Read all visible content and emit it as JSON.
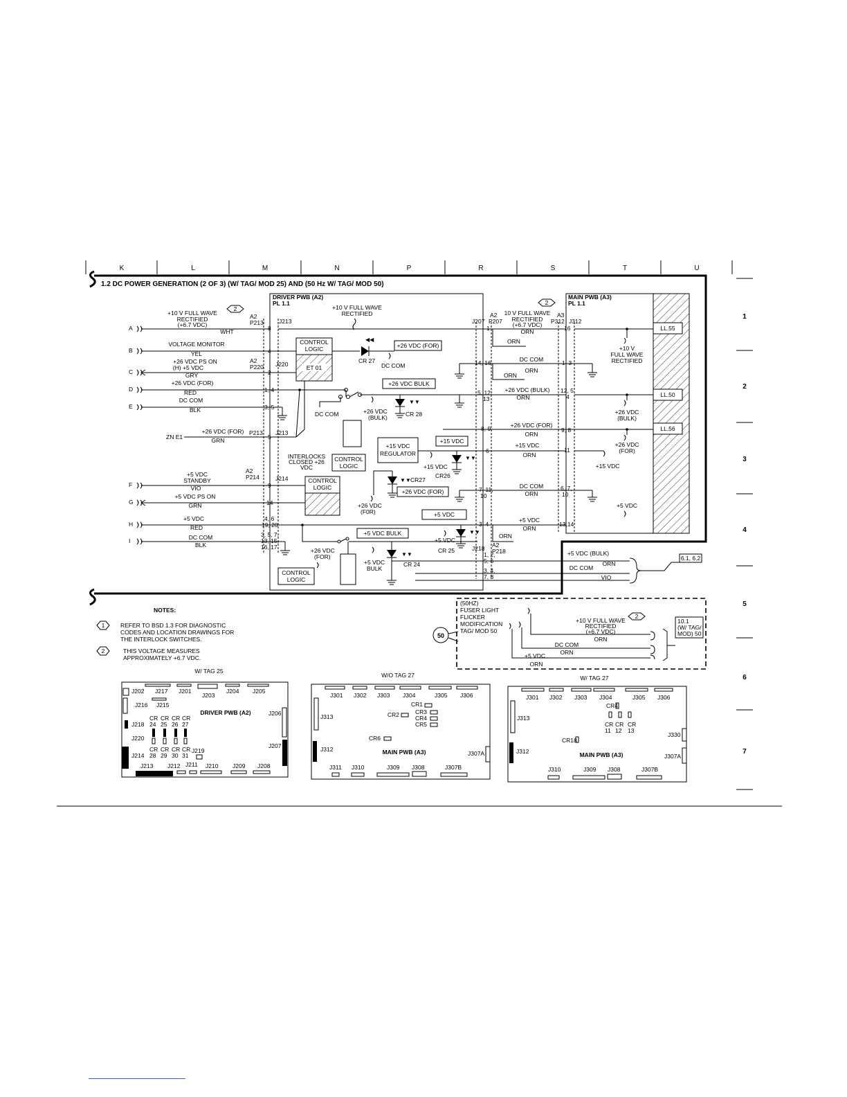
{
  "grid": {
    "columns": [
      "K",
      "L",
      "M",
      "N",
      "P",
      "R",
      "S",
      "T",
      "U"
    ],
    "rows": [
      "1",
      "2",
      "3",
      "4",
      "5",
      "6",
      "7"
    ]
  },
  "title": "1.2 DC POWER GENERATION (2 OF 3) (W/ TAG/ MOD 25) AND (50 Hz W/ TAG/ MOD 50)",
  "driver_pwb": {
    "title": "DRIVER PWB (A2)",
    "pl": "PL 1.1"
  },
  "main_pwb": {
    "title": "MAIN PWB (A3)",
    "pl": "PL 1.1"
  },
  "connectors": {
    "a2": "A2",
    "p213": "P213",
    "j213": "J213",
    "p220": "P220",
    "j220": "J220",
    "p214": "P214",
    "j214": "J214",
    "j207": "J207",
    "p207": "P207",
    "a3": "A3",
    "p312": "P312",
    "j312": "J312",
    "j218": "J218",
    "p218": "P218"
  },
  "inputs": [
    {
      "letter": "A",
      "signal": "+10 V FULL WAVE",
      "signal2": "RECTIFIED",
      "signal3": "(+6.7 VDC)",
      "wire": "WHT",
      "pin": "8"
    },
    {
      "letter": "B",
      "signal": "VOLTAGE MONITOR",
      "wire": "YEL",
      "pin": "4"
    },
    {
      "letter": "C",
      "signal": "+26 VDC PS ON",
      "signal2": "(H) +5 VDC",
      "wire": "GRY",
      "pin": "2"
    },
    {
      "letter": "D",
      "signal": "+26 VDC (FOR)",
      "wire": "RED",
      "pin": "1, 4"
    },
    {
      "letter": "E",
      "signal": "DC COM",
      "wire": "BLK",
      "pin": "3, 5"
    },
    {
      "letter": "ZN E1",
      "signal": "+26 VDC (FOR)",
      "wire": "GRN",
      "pin": "5"
    },
    {
      "letter": "F",
      "signal": "+5 VDC",
      "signal2": "STANDBY",
      "wire": "VIO",
      "pin": "9"
    },
    {
      "letter": "G",
      "signal": "+5 VDC PS ON",
      "wire": "GRN",
      "pin": "14"
    },
    {
      "letter": "H",
      "signal": "+5 VDC",
      "wire": "RED",
      "pin": "4, 6",
      "pin2": "19, 20"
    },
    {
      "letter": "I",
      "signal": "DC COM",
      "wire": "BLK",
      "pin": "3, 5, 7,",
      "pin2": "13, 15,",
      "pin3": "16, 17"
    }
  ],
  "driver_parts": {
    "ten_v_label1": "+10 V FULL WAVE",
    "ten_v_label2": "RECTIFIED",
    "control_logic1": "CONTROL",
    "control_logic2": "LOGIC",
    "et01": "ET 01",
    "cr27": "CR 27",
    "dc_com": "DC COM",
    "for26_box": "+26 VDC (FOR)",
    "bulk26_box": "+26 VDC BULK",
    "cr28": "CR 28",
    "bulk_paren": "(BULK)",
    "plus26": "+26 VDC",
    "interlocks1": "INTERLOCKS",
    "interlocks2": "CLOSED +26",
    "interlocks3": "VDC",
    "reg1": "+15 VDC",
    "reg2": "REGULATOR",
    "box15": "+15 VDC",
    "plus15": "+15 VDC",
    "cr26": "CR26",
    "cr27b": "CR27",
    "for_paren": "(FOR)",
    "for_paren2": "(F0R)",
    "box5": "+5 VDC",
    "bulk5_box": "+5 VDC BULK",
    "plus5": "+5 VDC",
    "cr25": "CR 25",
    "cr24": "CR 24",
    "bulk_word": "BULK"
  },
  "harness": [
    {
      "j207pin": "1",
      "j312pin": "16",
      "wire": "ORN",
      "signal": "10 V FULL WAVE",
      "signal2": "RECTIFIED",
      "signal3": "(+6.7 VDC)"
    },
    {
      "j207pin": "14, 16",
      "j312pin": "1, 3",
      "wire": "ORN",
      "signal": "DC COM"
    },
    {
      "j207pin": "5, 12,",
      "j207pin2": "13",
      "j312pin": "12, 5,",
      "j312pin2": "4",
      "wire": "ORN",
      "signal": "+26 VDC (BULK)"
    },
    {
      "j207pin": "8, 9",
      "j312pin": "9, 8",
      "wire": "ORN",
      "signal": "+26 VDC (FOR)"
    },
    {
      "j207pin": "6",
      "j312pin": "11",
      "wire": "ORN",
      "signal": "+15 VDC"
    },
    {
      "j207pin": "7, 11,",
      "j207pin2": "10",
      "j312pin": "6, 7,",
      "j312pin2": "10",
      "wire": "ORN",
      "signal": "DC COM"
    },
    {
      "j207pin": "3, 4",
      "j312pin": "13,14",
      "wire": "ORN",
      "signal": "+5 VDC"
    }
  ],
  "extra_orn": "ORN",
  "main_parts": {
    "ll55": "LL.55",
    "ll50": "LL.50",
    "ll56": "LL.56",
    "ten_v1": "+10 V",
    "ten_v2": "FULL WAVE",
    "ten_v3": "RECTIFIED",
    "bulk26": "+26 VDC",
    "bulk26b": "(BULK)",
    "for26": "+26 VDC",
    "for26b": "(FOR)",
    "v15": "+15 VDC",
    "v5": "+5 VDC"
  },
  "j218_out": {
    "pins1": "1, 2,",
    "pins2": "5, 6",
    "pins3": "3, 4,",
    "pins4": "7, 8",
    "sig1": "+5 VDC (BULK)",
    "wire1": "ORN",
    "sig2": "DC COM",
    "wire2": "VIO",
    "ref": "6.1, 6.2"
  },
  "fuser_box": {
    "line1": "(50HZ)",
    "line2": "FUSER LIGHT",
    "line3": "FLICKER",
    "line4": "MODIFICATION",
    "line5": "TAG/ MOD 50",
    "tag": "50",
    "sig1": "+10 V FULL WAVE",
    "sig1b": "RECTIFIED",
    "sig1c": "(+6.7 VDC)",
    "wire1": "ORN",
    "sig2": "DC COM",
    "wire2": "ORN",
    "sig3": "+5 VDC",
    "wire3": "ORN",
    "ref1": "10.1",
    "ref2": "(W/ TAG/",
    "ref3": "MOD) 50"
  },
  "notes": {
    "heading": "NOTES:",
    "n1_num": "1",
    "n1_l1": "REFER TO BSD 1.3 FOR DIAGNOSTIC",
    "n1_l2": "CODES AND LOCATION DRAWINGS FOR",
    "n1_l3": "THE INTERLOCK SWITCHES.",
    "n2_num": "2",
    "n2_l1": "THIS VOLTAGE MEASURES",
    "n2_l2": "APPROXIMATELY +6.7 VDC."
  },
  "tag_num": "2",
  "boards": {
    "b1": {
      "caption": "W/ TAG 25",
      "name": "DRIVER PWB (A2)",
      "labels": [
        "J202",
        "J217",
        "J201",
        "J203",
        "J204",
        "J205",
        "J216",
        "J215",
        "J206",
        "J218",
        "J220",
        "J207",
        "J214",
        "J219",
        "J213",
        "J212",
        "J211",
        "J210",
        "J209",
        "J208"
      ],
      "cr_top": [
        "CR",
        "CR",
        "CR",
        "CR"
      ],
      "cr_top_n": [
        "24",
        "25",
        "26",
        "27"
      ],
      "cr_bot": [
        "CR",
        "CR",
        "CR",
        "CR"
      ],
      "cr_bot_n": [
        "28",
        "29",
        "30",
        "31"
      ]
    },
    "b2": {
      "caption": "W/O TAG 27",
      "name": "MAIN PWB (A3)",
      "labels": [
        "J301",
        "J302",
        "J303",
        "J304",
        "J305",
        "J306",
        "J313",
        "CR1",
        "CR2",
        "CR3",
        "CR4",
        "CR5",
        "CR6",
        "J312",
        "J307A",
        "J311",
        "J310",
        "J309",
        "J308",
        "J307B"
      ]
    },
    "b3": {
      "caption": "W/ TAG 27",
      "name": "MAIN PWB (A3)",
      "labels": [
        "J301",
        "J302",
        "J303",
        "J304",
        "J305",
        "J306",
        "CR4",
        "J313",
        "J330",
        "CR18",
        "J312",
        "J307A",
        "J310",
        "J309",
        "J308",
        "J307B"
      ],
      "cr": [
        "CR",
        "CR",
        "CR"
      ],
      "cr_n": [
        "11",
        "12",
        "13"
      ]
    }
  }
}
